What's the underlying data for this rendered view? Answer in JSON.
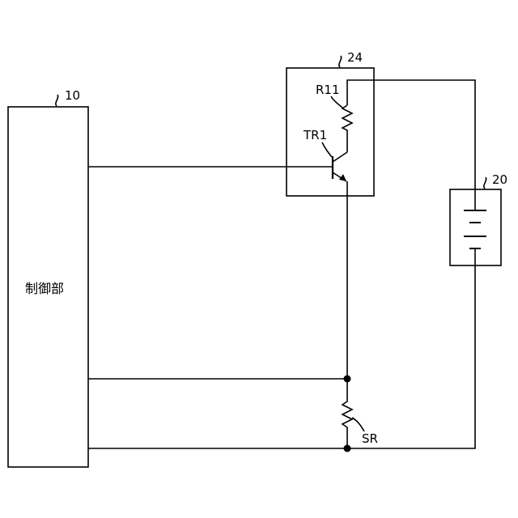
{
  "blocks": {
    "control_unit": {
      "ref": "10",
      "label": "制御部"
    },
    "switch_module": {
      "ref": "24"
    },
    "battery": {
      "ref": "20"
    }
  },
  "components": {
    "resistor_r11": {
      "label": "R11"
    },
    "transistor_tr1": {
      "label": "TR1"
    },
    "shunt_resistor": {
      "label": "SR"
    }
  }
}
